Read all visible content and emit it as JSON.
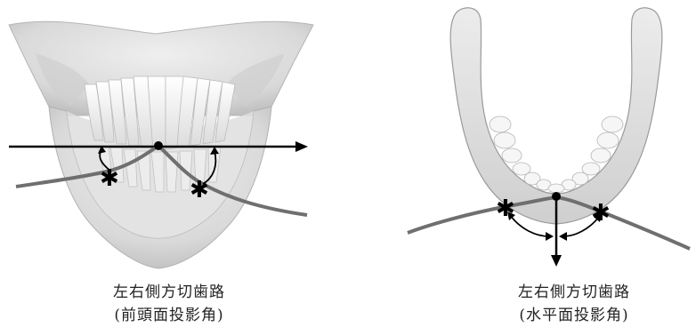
{
  "colors": {
    "bone_fill": "#e4e4e4",
    "bone_shade": "#c9c9c9",
    "bone_outline": "#9c9c9c",
    "teeth_fill": "#f7f7f7",
    "path_curve": "#6f6f6f",
    "axis_line": "#000000"
  },
  "left_panel": {
    "caption_line1": "左右側方切歯路",
    "caption_line2": "(前頭面投影角)"
  },
  "right_panel": {
    "caption_line1": "左右側方切歯路",
    "caption_line2": "(水平面投影角)"
  },
  "markers": {
    "asterisk": "✱"
  }
}
